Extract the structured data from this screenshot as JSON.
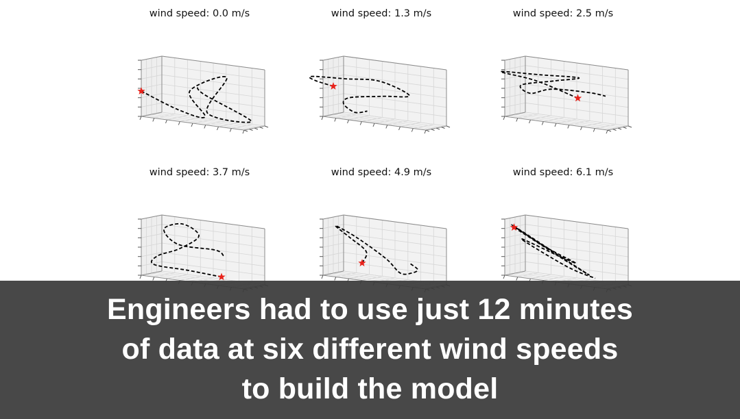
{
  "chart_data": [
    {
      "type": "line",
      "projection": "3d",
      "title": "wind speed: 0.0 m/s",
      "start_marker": "red star",
      "line_style": "dashed",
      "color": "#000000",
      "series": [
        {
          "points": [
            [
              0.0,
              0.0,
              0.45
            ],
            [
              0.35,
              0.05,
              0.2
            ],
            [
              0.55,
              0.35,
              0.1
            ],
            [
              0.45,
              0.1,
              0.55
            ],
            [
              0.75,
              0.4,
              0.85
            ],
            [
              0.6,
              0.2,
              0.2
            ],
            [
              0.95,
              0.6,
              0.1
            ],
            [
              0.6,
              0.0,
              0.55
            ],
            [
              0.55,
              0.0,
              0.7
            ]
          ]
        }
      ]
    },
    {
      "type": "line",
      "projection": "3d",
      "title": "wind speed: 1.3 m/s",
      "start_marker": "red star",
      "line_style": "dashed",
      "color": "#000000",
      "series": [
        {
          "points": [
            [
              0.0,
              0.5,
              0.5
            ],
            [
              -0.2,
              0.6,
              0.55
            ],
            [
              -0.25,
              0.7,
              0.6
            ],
            [
              0.1,
              0.6,
              0.65
            ],
            [
              0.45,
              0.5,
              0.7
            ],
            [
              0.8,
              0.2,
              0.55
            ],
            [
              0.5,
              0.4,
              0.45
            ],
            [
              0.1,
              0.8,
              0.3
            ],
            [
              0.0,
              1.0,
              0.15
            ],
            [
              0.15,
              0.8,
              0.05
            ],
            [
              0.35,
              0.4,
              0.15
            ]
          ]
        }
      ]
    },
    {
      "type": "line",
      "projection": "3d",
      "title": "wind speed: 2.5 m/s",
      "start_marker": "red star",
      "line_style": "dashed",
      "color": "#000000",
      "series": [
        {
          "points": [
            [
              0.55,
              0.8,
              0.4
            ],
            [
              0.2,
              0.5,
              0.65
            ],
            [
              -0.1,
              0.3,
              0.75
            ],
            [
              0.3,
              0.2,
              0.8
            ],
            [
              0.7,
              0.1,
              0.85
            ],
            [
              0.4,
              0.4,
              0.7
            ],
            [
              0.0,
              0.8,
              0.5
            ],
            [
              0.05,
              1.0,
              0.35
            ],
            [
              0.3,
              0.8,
              0.5
            ],
            [
              0.7,
              0.6,
              0.55
            ],
            [
              0.9,
              0.4,
              0.55
            ]
          ]
        }
      ]
    },
    {
      "type": "line",
      "projection": "3d",
      "title": "wind speed: 3.7 m/s",
      "start_marker": "red star",
      "line_style": "dashed",
      "color": "#000000",
      "series": [
        {
          "points": [
            [
              0.6,
              0.9,
              0.05
            ],
            [
              0.3,
              0.8,
              0.1
            ],
            [
              0.0,
              0.6,
              0.15
            ],
            [
              0.1,
              0.3,
              0.35
            ],
            [
              0.35,
              0.1,
              0.55
            ],
            [
              0.5,
              0.3,
              0.8
            ],
            [
              0.3,
              0.5,
              0.95
            ],
            [
              0.1,
              0.6,
              0.8
            ],
            [
              0.3,
              0.3,
              0.6
            ],
            [
              0.6,
              0.6,
              0.55
            ],
            [
              0.65,
              0.75,
              0.45
            ]
          ]
        }
      ]
    },
    {
      "type": "line",
      "projection": "3d",
      "title": "wind speed: 4.9 m/s",
      "start_marker": "red star",
      "line_style": "dashed",
      "color": "#000000",
      "series": [
        {
          "points": [
            [
              0.2,
              0.9,
              0.2
            ],
            [
              0.3,
              0.6,
              0.45
            ],
            [
              0.2,
              0.3,
              0.7
            ],
            [
              0.1,
              0.1,
              0.9
            ],
            [
              0.25,
              0.4,
              0.7
            ],
            [
              0.45,
              0.8,
              0.35
            ],
            [
              0.55,
              1.0,
              0.1
            ],
            [
              0.7,
              0.8,
              0.15
            ],
            [
              0.8,
              0.6,
              0.25
            ],
            [
              0.75,
              0.5,
              0.35
            ]
          ]
        }
      ]
    },
    {
      "type": "line",
      "projection": "3d",
      "title": "wind speed: 6.1 m/s",
      "start_marker": "red star",
      "line_style": "dashed",
      "color": "#000000",
      "series": [
        {
          "points": [
            [
              0.05,
              0.2,
              0.85
            ],
            [
              0.25,
              0.4,
              0.6
            ],
            [
              0.45,
              0.6,
              0.35
            ],
            [
              0.65,
              0.85,
              0.1
            ],
            [
              0.45,
              0.65,
              0.35
            ],
            [
              0.2,
              0.3,
              0.7
            ],
            [
              0.05,
              0.1,
              0.9
            ],
            [
              0.3,
              0.45,
              0.55
            ],
            [
              0.55,
              0.7,
              0.3
            ],
            [
              0.4,
              0.6,
              0.4
            ],
            [
              0.1,
              0.3,
              0.65
            ],
            [
              0.45,
              0.8,
              0.2
            ],
            [
              0.7,
              0.9,
              0.05
            ]
          ]
        }
      ]
    }
  ],
  "caption": {
    "lines": [
      "Engineers had to use just 12 minutes",
      "of data at six different wind speeds",
      "to build the model"
    ]
  }
}
